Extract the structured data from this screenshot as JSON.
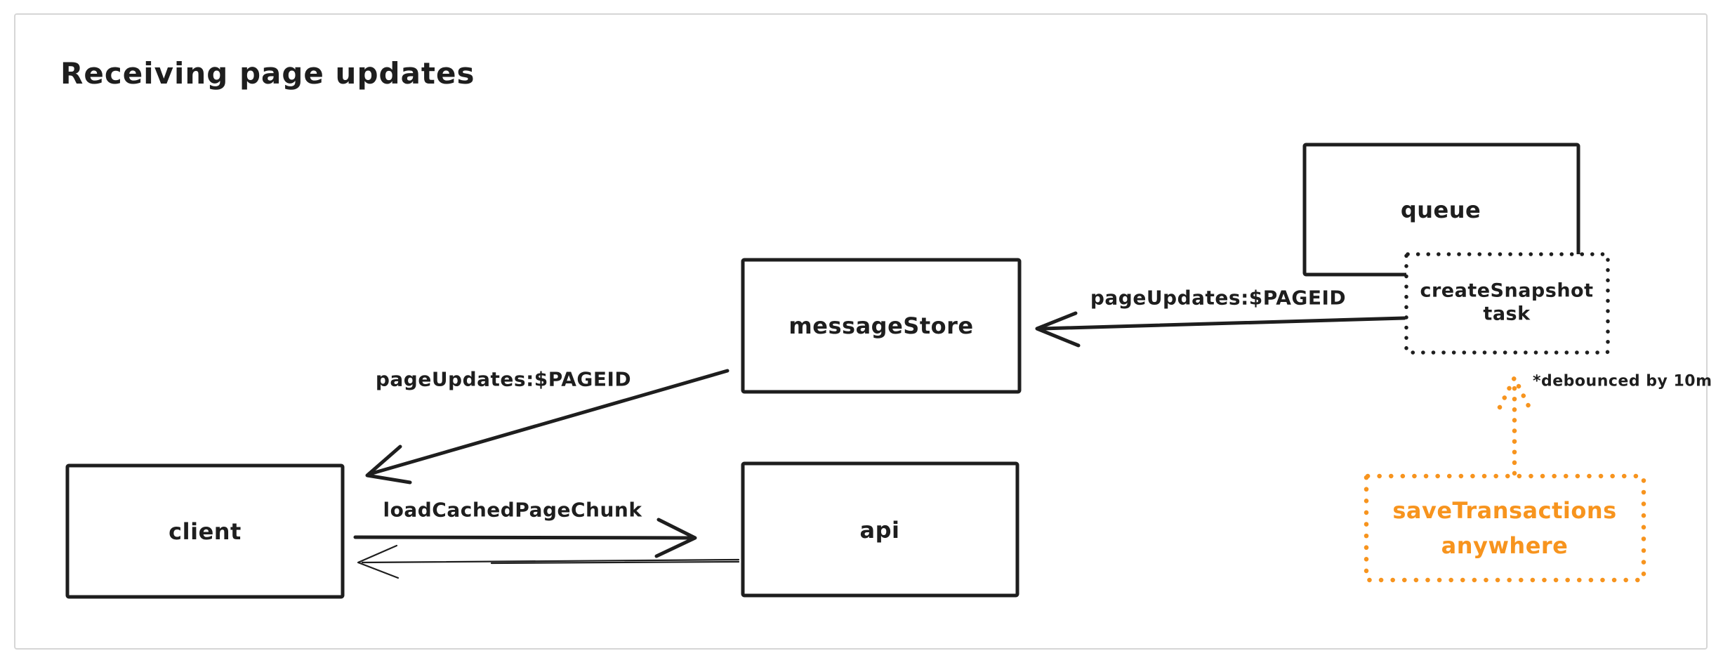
{
  "title": "Receiving page updates",
  "colors": {
    "ink": "#1e1e1e",
    "accent_orange": "#f7941e",
    "canvas_border": "#d6d6d6",
    "background": "#ffffff"
  },
  "nodes": {
    "queue": {
      "label": "queue",
      "border": "solid"
    },
    "create_snapshot_task": {
      "line1": "createSnapshot",
      "line2": "task",
      "border": "dotted"
    },
    "message_store": {
      "label": "messageStore",
      "border": "solid"
    },
    "client": {
      "label": "client",
      "border": "solid"
    },
    "api": {
      "label": "api",
      "border": "solid"
    },
    "save_transactions": {
      "line1": "saveTransactions",
      "line2": "anywhere",
      "border": "dotted-orange"
    }
  },
  "edges": {
    "task_to_message_store": {
      "label": "pageUpdates:$PAGEID",
      "style": "solid-arrow-left"
    },
    "message_store_to_client": {
      "label": "pageUpdates:$PAGEID",
      "style": "solid-arrow-diagonal"
    },
    "client_to_api": {
      "label": "loadCachedPageChunk",
      "style": "solid-arrow-right"
    },
    "api_to_client": {
      "label": "",
      "style": "thin-arrow-left"
    },
    "save_transactions_to_task": {
      "label": "",
      "style": "dotted-orange-arrow-up"
    }
  },
  "annotations": {
    "debounce_note": "*debounced by 10m"
  }
}
